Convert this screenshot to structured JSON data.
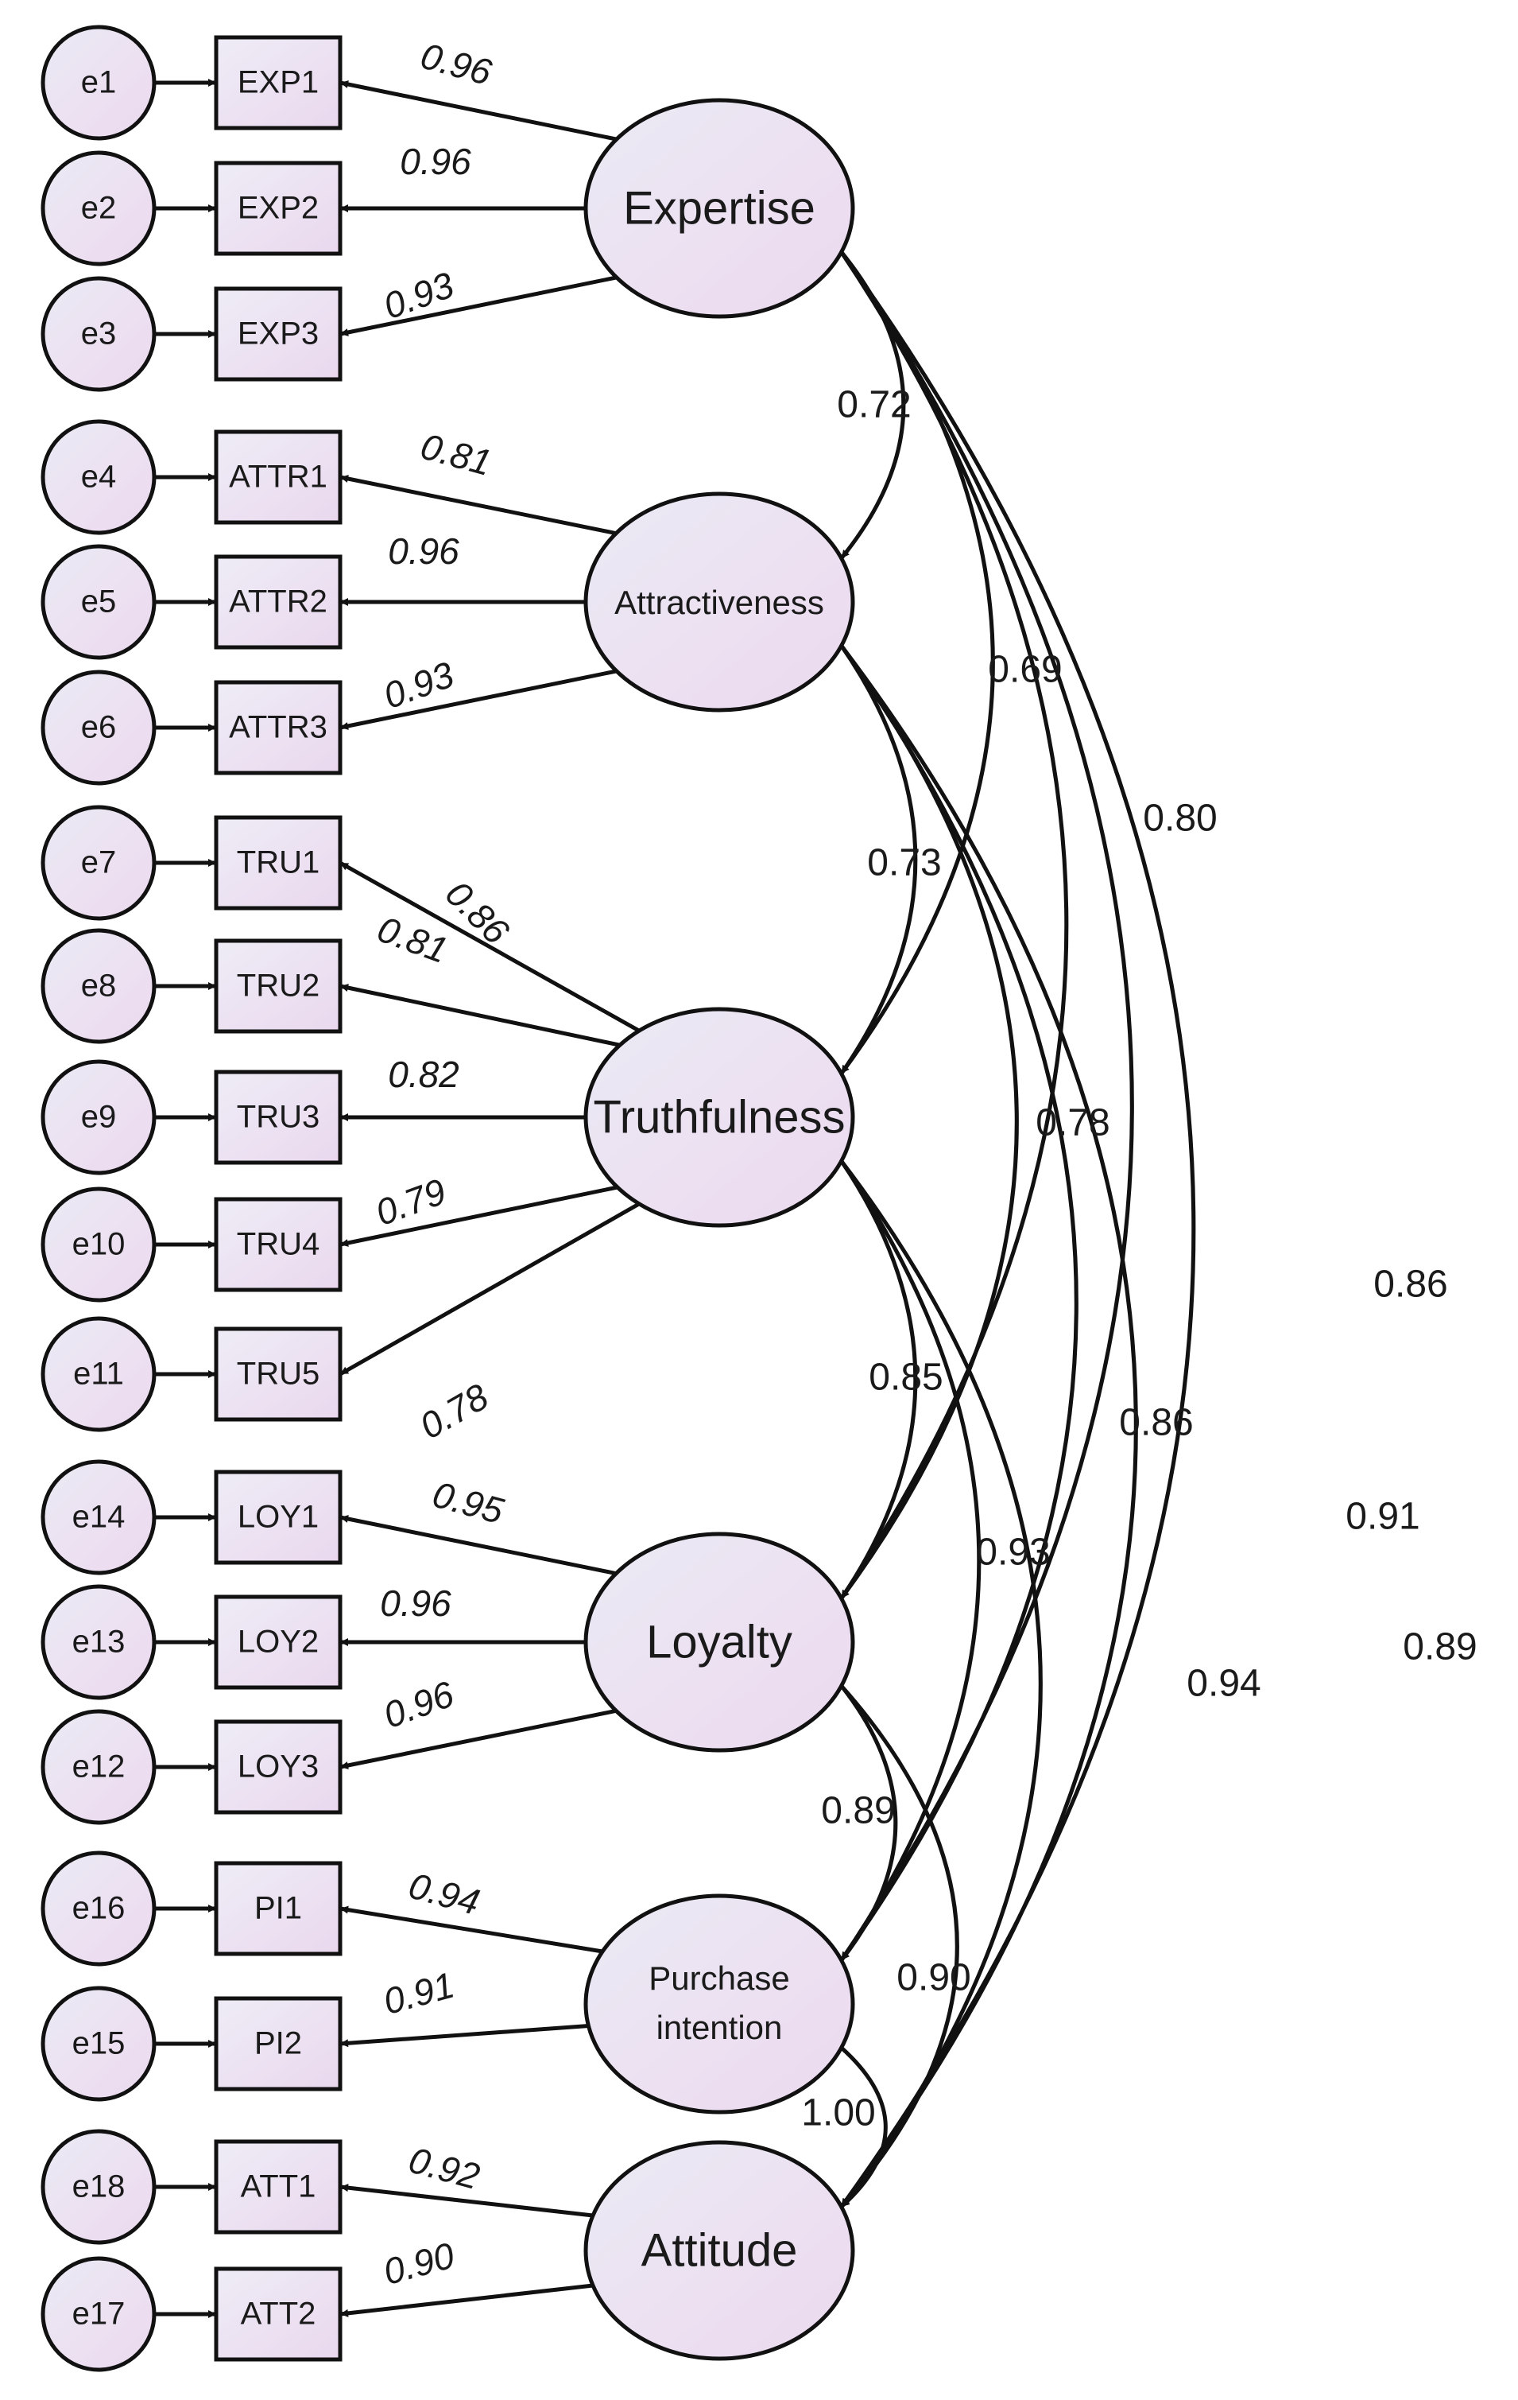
{
  "colors": {
    "node_fill_light": "#ebeaf4",
    "node_fill_pink": "#ecd9ef",
    "stroke": "#111111",
    "text": "#1a1a1a"
  },
  "latents": [
    {
      "id": "EXP",
      "label": "Expertise"
    },
    {
      "id": "ATTR",
      "label": "Attractiveness"
    },
    {
      "id": "TRU",
      "label": "Truthfulness"
    },
    {
      "id": "LOY",
      "label": "Loyalty"
    },
    {
      "id": "PI",
      "label": "Purchase intention"
    },
    {
      "id": "ATT",
      "label": "Attitude"
    }
  ],
  "indicators": [
    {
      "label": "EXP1",
      "error": "e1",
      "latent": "EXP",
      "loading": "0.96"
    },
    {
      "label": "EXP2",
      "error": "e2",
      "latent": "EXP",
      "loading": "0.96"
    },
    {
      "label": "EXP3",
      "error": "e3",
      "latent": "EXP",
      "loading": "0.93"
    },
    {
      "label": "ATTR1",
      "error": "e4",
      "latent": "ATTR",
      "loading": "0.81"
    },
    {
      "label": "ATTR2",
      "error": "e5",
      "latent": "ATTR",
      "loading": "0.96"
    },
    {
      "label": "ATTR3",
      "error": "e6",
      "latent": "ATTR",
      "loading": "0.93"
    },
    {
      "label": "TRU1",
      "error": "e7",
      "latent": "TRU",
      "loading": "0.86"
    },
    {
      "label": "TRU2",
      "error": "e8",
      "latent": "TRU",
      "loading": "0.81"
    },
    {
      "label": "TRU3",
      "error": "e9",
      "latent": "TRU",
      "loading": "0.82"
    },
    {
      "label": "TRU4",
      "error": "e10",
      "latent": "TRU",
      "loading": "0.79"
    },
    {
      "label": "TRU5",
      "error": "e11",
      "latent": "TRU",
      "loading": "0.78"
    },
    {
      "label": "LOY1",
      "error": "e14",
      "latent": "LOY",
      "loading": "0.95"
    },
    {
      "label": "LOY2",
      "error": "e13",
      "latent": "LOY",
      "loading": "0.96"
    },
    {
      "label": "LOY3",
      "error": "e12",
      "latent": "LOY",
      "loading": "0.96"
    },
    {
      "label": "PI1",
      "error": "e16",
      "latent": "PI",
      "loading": "0.94"
    },
    {
      "label": "PI2",
      "error": "e15",
      "latent": "PI",
      "loading": "0.91"
    },
    {
      "label": "ATT1",
      "error": "e18",
      "latent": "ATT",
      "loading": "0.92"
    },
    {
      "label": "ATT2",
      "error": "e17",
      "latent": "ATT",
      "loading": "0.90"
    }
  ],
  "correlations": [
    {
      "from": "EXP",
      "to": "ATTR",
      "value": "0.72"
    },
    {
      "from": "EXP",
      "to": "TRU",
      "value": "0.69"
    },
    {
      "from": "EXP",
      "to": "LOY",
      "value": "0.80"
    },
    {
      "from": "EXP",
      "to": "PI",
      "value": "0.86"
    },
    {
      "from": "EXP",
      "to": "ATT",
      "value": "0.89"
    },
    {
      "from": "ATTR",
      "to": "TRU",
      "value": "0.73"
    },
    {
      "from": "ATTR",
      "to": "LOY",
      "value": "0.78"
    },
    {
      "from": "ATTR",
      "to": "PI",
      "value": "0.91"
    },
    {
      "from": "ATTR",
      "to": "ATT",
      "value": "0.94"
    },
    {
      "from": "TRU",
      "to": "LOY",
      "value": "0.85"
    },
    {
      "from": "TRU",
      "to": "PI",
      "value": "0.86"
    },
    {
      "from": "TRU",
      "to": "ATT",
      "value": "0.93"
    },
    {
      "from": "LOY",
      "to": "PI",
      "value": "0.89"
    },
    {
      "from": "LOY",
      "to": "ATT",
      "value": "0.90"
    },
    {
      "from": "PI",
      "to": "ATT",
      "value": "1.00"
    }
  ]
}
